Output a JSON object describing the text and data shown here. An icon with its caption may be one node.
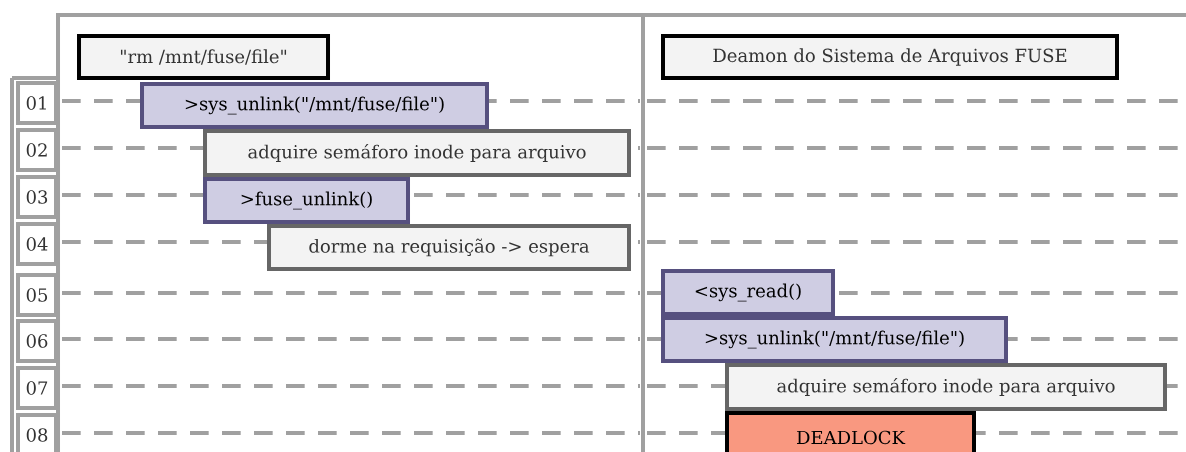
{
  "diagram": {
    "nodes": [
      {
        "text": [
          "\"rm /mnt/fuse/file\""
        ]
      },
      {
        "text": [
          "Deamon do Sistema de Arquivos FUSE"
        ]
      },
      {
        "text": [
          "01"
        ]
      },
      {
        "text": [
          ">sys_unlink(\"/mnt/fuse/file\")"
        ]
      },
      {
        "text": [
          "02"
        ]
      },
      {
        "text": [
          "adquire semáforo inode para arquivo"
        ]
      },
      {
        "text": [
          "03"
        ]
      },
      {
        "text": [
          ">fuse_unlink()"
        ]
      },
      {
        "text": [
          "04"
        ]
      },
      {
        "text": [
          "dorme na requisição -> espera"
        ]
      },
      {
        "text": [
          "05"
        ]
      },
      {
        "text": [
          "<sys_read()"
        ]
      },
      {
        "text": [
          "06"
        ]
      },
      {
        "text": [
          ">sys_unlink(\"/mnt/fuse/file\")"
        ]
      },
      {
        "text": [
          "07"
        ]
      },
      {
        "text": [
          "adquire semáforo inode para arquivo"
        ]
      },
      {
        "text": [
          "08"
        ]
      },
      {
        "text": [
          "DEADLOCK"
        ]
      }
    ]
  }
}
